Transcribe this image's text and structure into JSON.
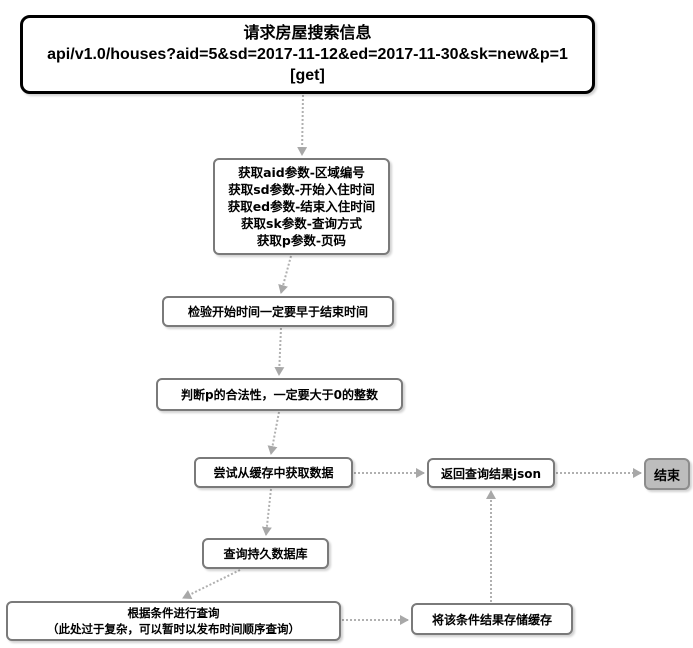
{
  "nodes": {
    "request": {
      "title": "请求房屋搜索信息",
      "url": "api/v1.0/houses?aid=5&sd=2017-11-12&ed=2017-11-30&sk=new&p=1",
      "method": "[get]"
    },
    "params": {
      "lines": [
        "获取aid参数-区域编号",
        "获取sd参数-开始入住时间",
        "获取ed参数-结束入住时间",
        "获取sk参数-查询方式",
        "获取p参数-页码"
      ]
    },
    "check_time": "检验开始时间一定要早于结束时间",
    "check_p": "判断p的合法性，一定要大于0的整数",
    "cache": "尝试从缓存中获取数据",
    "return_json": "返回查询结果json",
    "end": "结束",
    "db": "查询持久数据库",
    "query": {
      "line1": "根据条件进行查询",
      "line2": "（此处过于复杂，可以暂时以发布时间顺序查询）"
    },
    "save_cache": "将该条件结果存储缓存"
  },
  "colors": {
    "edge": "#b0b0b0",
    "node_border": "#7a7a7a",
    "end_fill": "#bdbdbd"
  }
}
